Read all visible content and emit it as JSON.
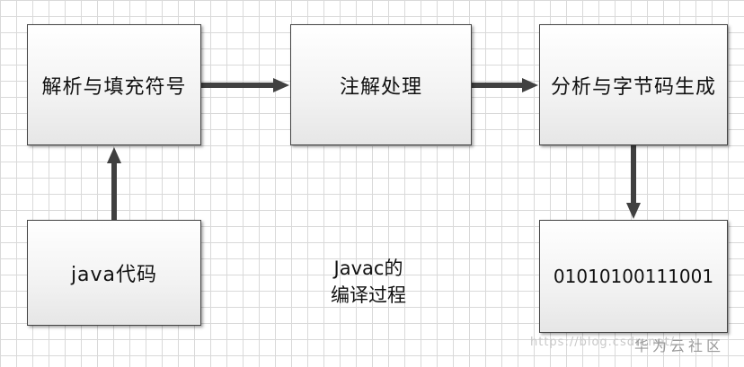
{
  "diagram": {
    "nodes": {
      "fill_symbols": "解析与填充符号",
      "annotation": "注解处理",
      "analysis_bytecode": "分析与字节码生成",
      "java_code": "java代码",
      "binary_output": "01010100111001"
    },
    "caption": {
      "line1": "Javac的",
      "line2": "编译过程"
    },
    "arrow_color": "#404040"
  },
  "watermark": {
    "url": "https://blog.csdn.net/",
    "brand": "华为云社区"
  }
}
